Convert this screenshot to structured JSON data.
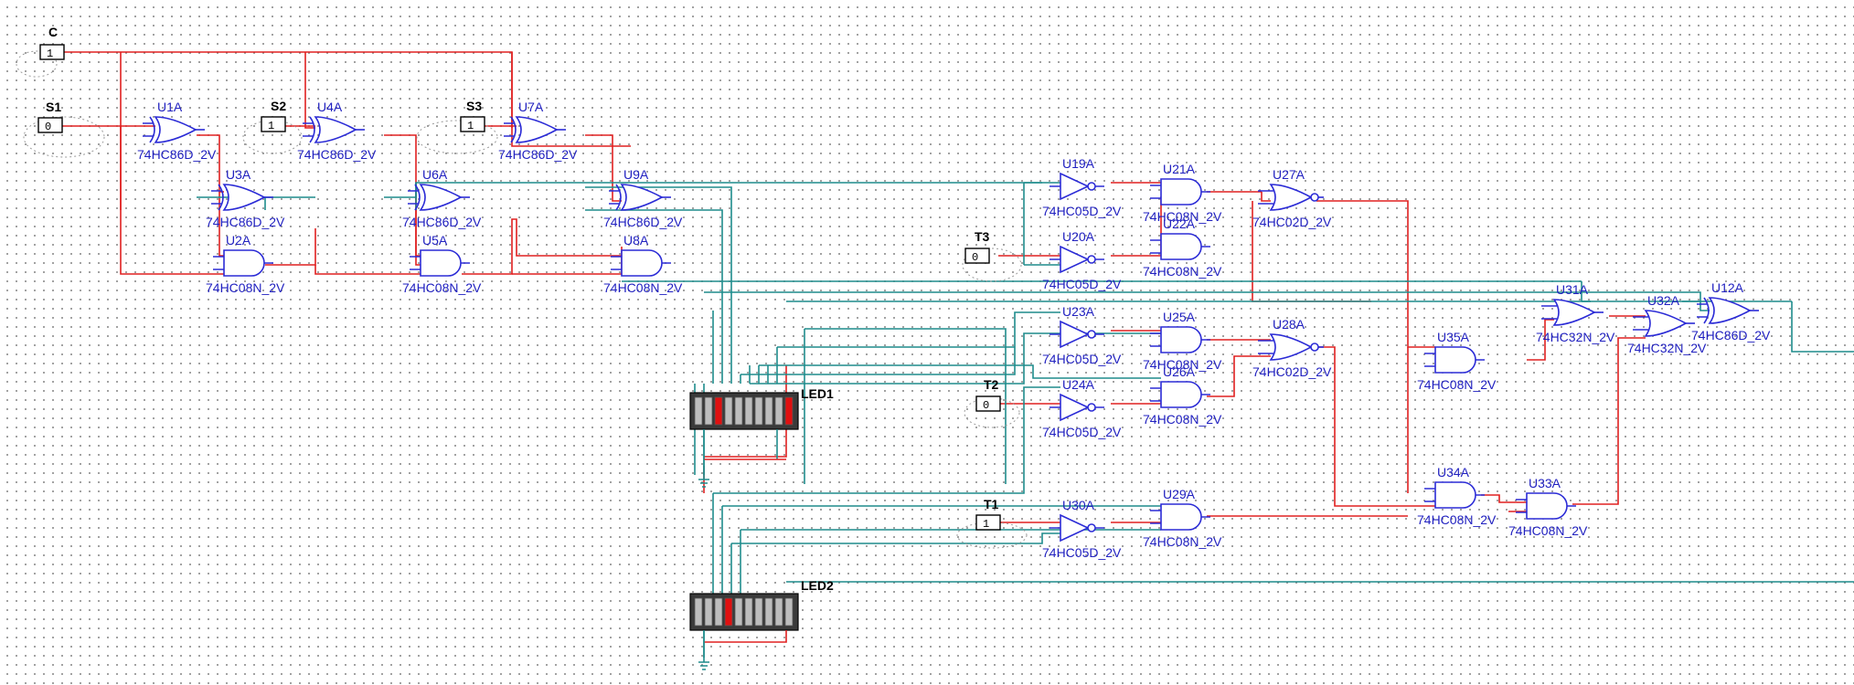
{
  "inputs": [
    {
      "id": "C",
      "label": "C",
      "value": "1"
    },
    {
      "id": "S1",
      "label": "S1",
      "value": "0"
    },
    {
      "id": "S2",
      "label": "S2",
      "value": "1"
    },
    {
      "id": "S3",
      "label": "S3",
      "value": "1"
    },
    {
      "id": "T3",
      "label": "T3",
      "value": "0"
    },
    {
      "id": "T2",
      "label": "T2",
      "value": "0"
    },
    {
      "id": "T1",
      "label": "T1",
      "value": "1"
    }
  ],
  "gates": [
    {
      "ref": "U1A",
      "part": "74HC86D_2V",
      "type": "xor"
    },
    {
      "ref": "U4A",
      "part": "74HC86D_2V",
      "type": "xor"
    },
    {
      "ref": "U7A",
      "part": "74HC86D_2V",
      "type": "xor"
    },
    {
      "ref": "U3A",
      "part": "74HC86D_2V",
      "type": "xor"
    },
    {
      "ref": "U6A",
      "part": "74HC86D_2V",
      "type": "xor"
    },
    {
      "ref": "U9A",
      "part": "74HC86D_2V",
      "type": "xor"
    },
    {
      "ref": "U2A",
      "part": "74HC08N_2V",
      "type": "and"
    },
    {
      "ref": "U5A",
      "part": "74HC08N_2V",
      "type": "and"
    },
    {
      "ref": "U8A",
      "part": "74HC08N_2V",
      "type": "and"
    },
    {
      "ref": "U19A",
      "part": "74HC05D_2V",
      "type": "not"
    },
    {
      "ref": "U20A",
      "part": "74HC05D_2V",
      "type": "not"
    },
    {
      "ref": "U23A",
      "part": "74HC05D_2V",
      "type": "not"
    },
    {
      "ref": "U24A",
      "part": "74HC05D_2V",
      "type": "not"
    },
    {
      "ref": "U30A",
      "part": "74HC05D_2V",
      "type": "not"
    },
    {
      "ref": "U21A",
      "part": "74HC08N_2V",
      "type": "and"
    },
    {
      "ref": "U22A",
      "part": "74HC08N_2V",
      "type": "and"
    },
    {
      "ref": "U25A",
      "part": "74HC08N_2V",
      "type": "and"
    },
    {
      "ref": "U26A",
      "part": "74HC08N_2V",
      "type": "and"
    },
    {
      "ref": "U29A",
      "part": "74HC08N_2V",
      "type": "and"
    },
    {
      "ref": "U27A",
      "part": "74HC02D_2V",
      "type": "nor"
    },
    {
      "ref": "U28A",
      "part": "74HC02D_2V",
      "type": "nor"
    },
    {
      "ref": "U35A",
      "part": "74HC08N_2V",
      "type": "and"
    },
    {
      "ref": "U34A",
      "part": "74HC08N_2V",
      "type": "and"
    },
    {
      "ref": "U33A",
      "part": "74HC08N_2V",
      "type": "and"
    },
    {
      "ref": "U31A",
      "part": "74HC32N_2V",
      "type": "or"
    },
    {
      "ref": "U32A",
      "part": "74HC32N_2V",
      "type": "or"
    },
    {
      "ref": "U12A",
      "part": "74HC86D_2V",
      "type": "xor"
    }
  ],
  "leds": [
    {
      "ref": "LED1",
      "label": "LED1",
      "segments": [
        false,
        false,
        true,
        false,
        false,
        false,
        false,
        false,
        false,
        true
      ]
    },
    {
      "ref": "LED2",
      "label": "LED2",
      "segments": [
        false,
        false,
        false,
        true,
        false,
        false,
        false,
        false,
        false,
        false
      ]
    }
  ],
  "colors": {
    "wire_active": "#e02020",
    "wire_inactive": "#1e8c8c",
    "gate": "#2b2bd6",
    "led_on": "#e01010"
  }
}
